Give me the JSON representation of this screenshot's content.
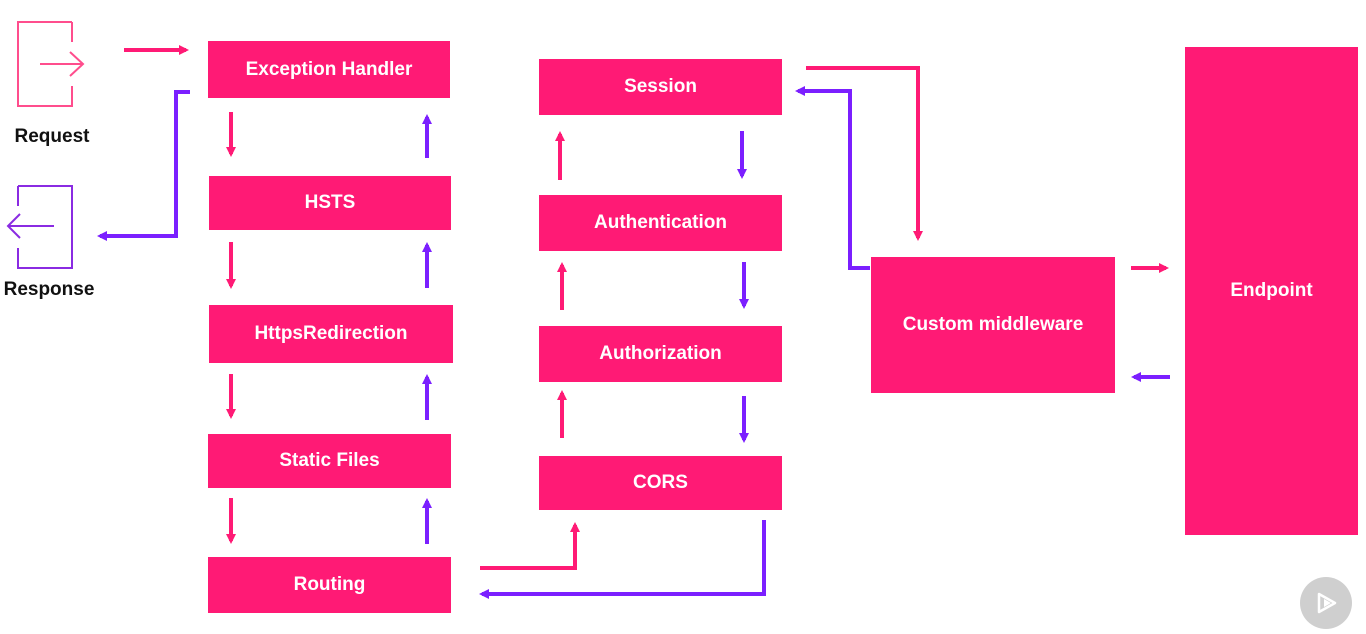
{
  "colors": {
    "box": "#ff1a75",
    "forward": "#ff1a75",
    "backward": "#7b1fff",
    "request_icon": "#ff4d8d",
    "response_icon": "#8a2be2"
  },
  "icons": {
    "request": "enter-icon",
    "response": "exit-icon",
    "player": "play-icon"
  },
  "labels": {
    "request": "Request",
    "response": "Response"
  },
  "pipeline": {
    "left_column": [
      "Exception Handler",
      "HSTS",
      "HttpsRedirection",
      "Static Files",
      "Routing"
    ],
    "middle_column": [
      "Session",
      "Authentication",
      "Authorization",
      "CORS"
    ],
    "custom": "Custom middleware",
    "endpoint": "Endpoint"
  }
}
